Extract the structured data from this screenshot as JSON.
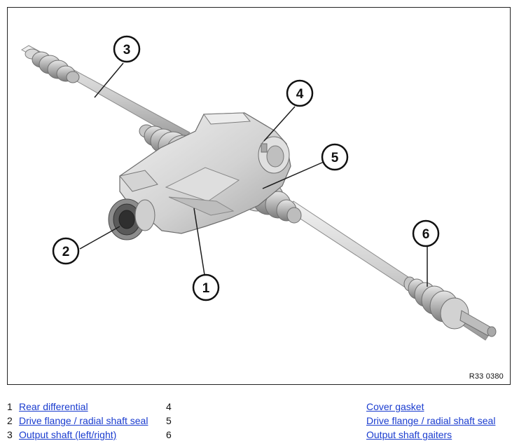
{
  "figure": {
    "reference_code": "R33 0380",
    "callouts": [
      "1",
      "2",
      "3",
      "4",
      "5",
      "6"
    ]
  },
  "legend": {
    "rows": [
      {
        "left_number": "1",
        "left_label": "Rear differential",
        "right_number": "4",
        "right_label": "Cover gasket"
      },
      {
        "left_number": "2",
        "left_label": "Drive flange / radial shaft seal",
        "right_number": "5",
        "right_label": "Drive flange / radial shaft seal"
      },
      {
        "left_number": "3",
        "left_label": "Output shaft (left/right)",
        "right_number": "6",
        "right_label": "Output shaft gaiters"
      }
    ]
  },
  "colors": {
    "link": "#1a3ccf",
    "frame": "#222222",
    "part_light": "#e4e4e4",
    "part_mid": "#c4c4c4",
    "part_dark": "#8f8f8f"
  }
}
